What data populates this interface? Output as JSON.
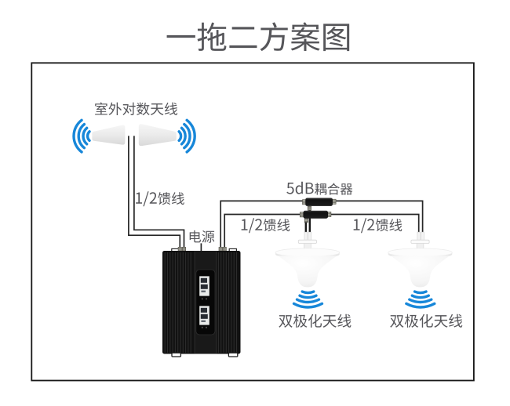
{
  "page": {
    "title": "一拖二方案图",
    "background_color": "#ffffff"
  },
  "diagram": {
    "outdoor_antenna": {
      "label": "室外对数天线"
    },
    "feeder_labels": [
      {
        "position": "left",
        "text": "1/2馈线"
      },
      {
        "position": "middle",
        "text": "1/2馈线"
      },
      {
        "position": "right",
        "text": "1/2馈线"
      }
    ],
    "repeater": {
      "power_label": "电源"
    },
    "coupler": {
      "label": "5dB耦合器"
    },
    "indoor_antennas": [
      {
        "label": "双极化天线"
      },
      {
        "label": "双极化天线"
      }
    ],
    "colors": {
      "signal_blue": "#1787d9",
      "cable_line": "#262626",
      "label_text": "#56565a",
      "device_body": "#121212"
    }
  }
}
